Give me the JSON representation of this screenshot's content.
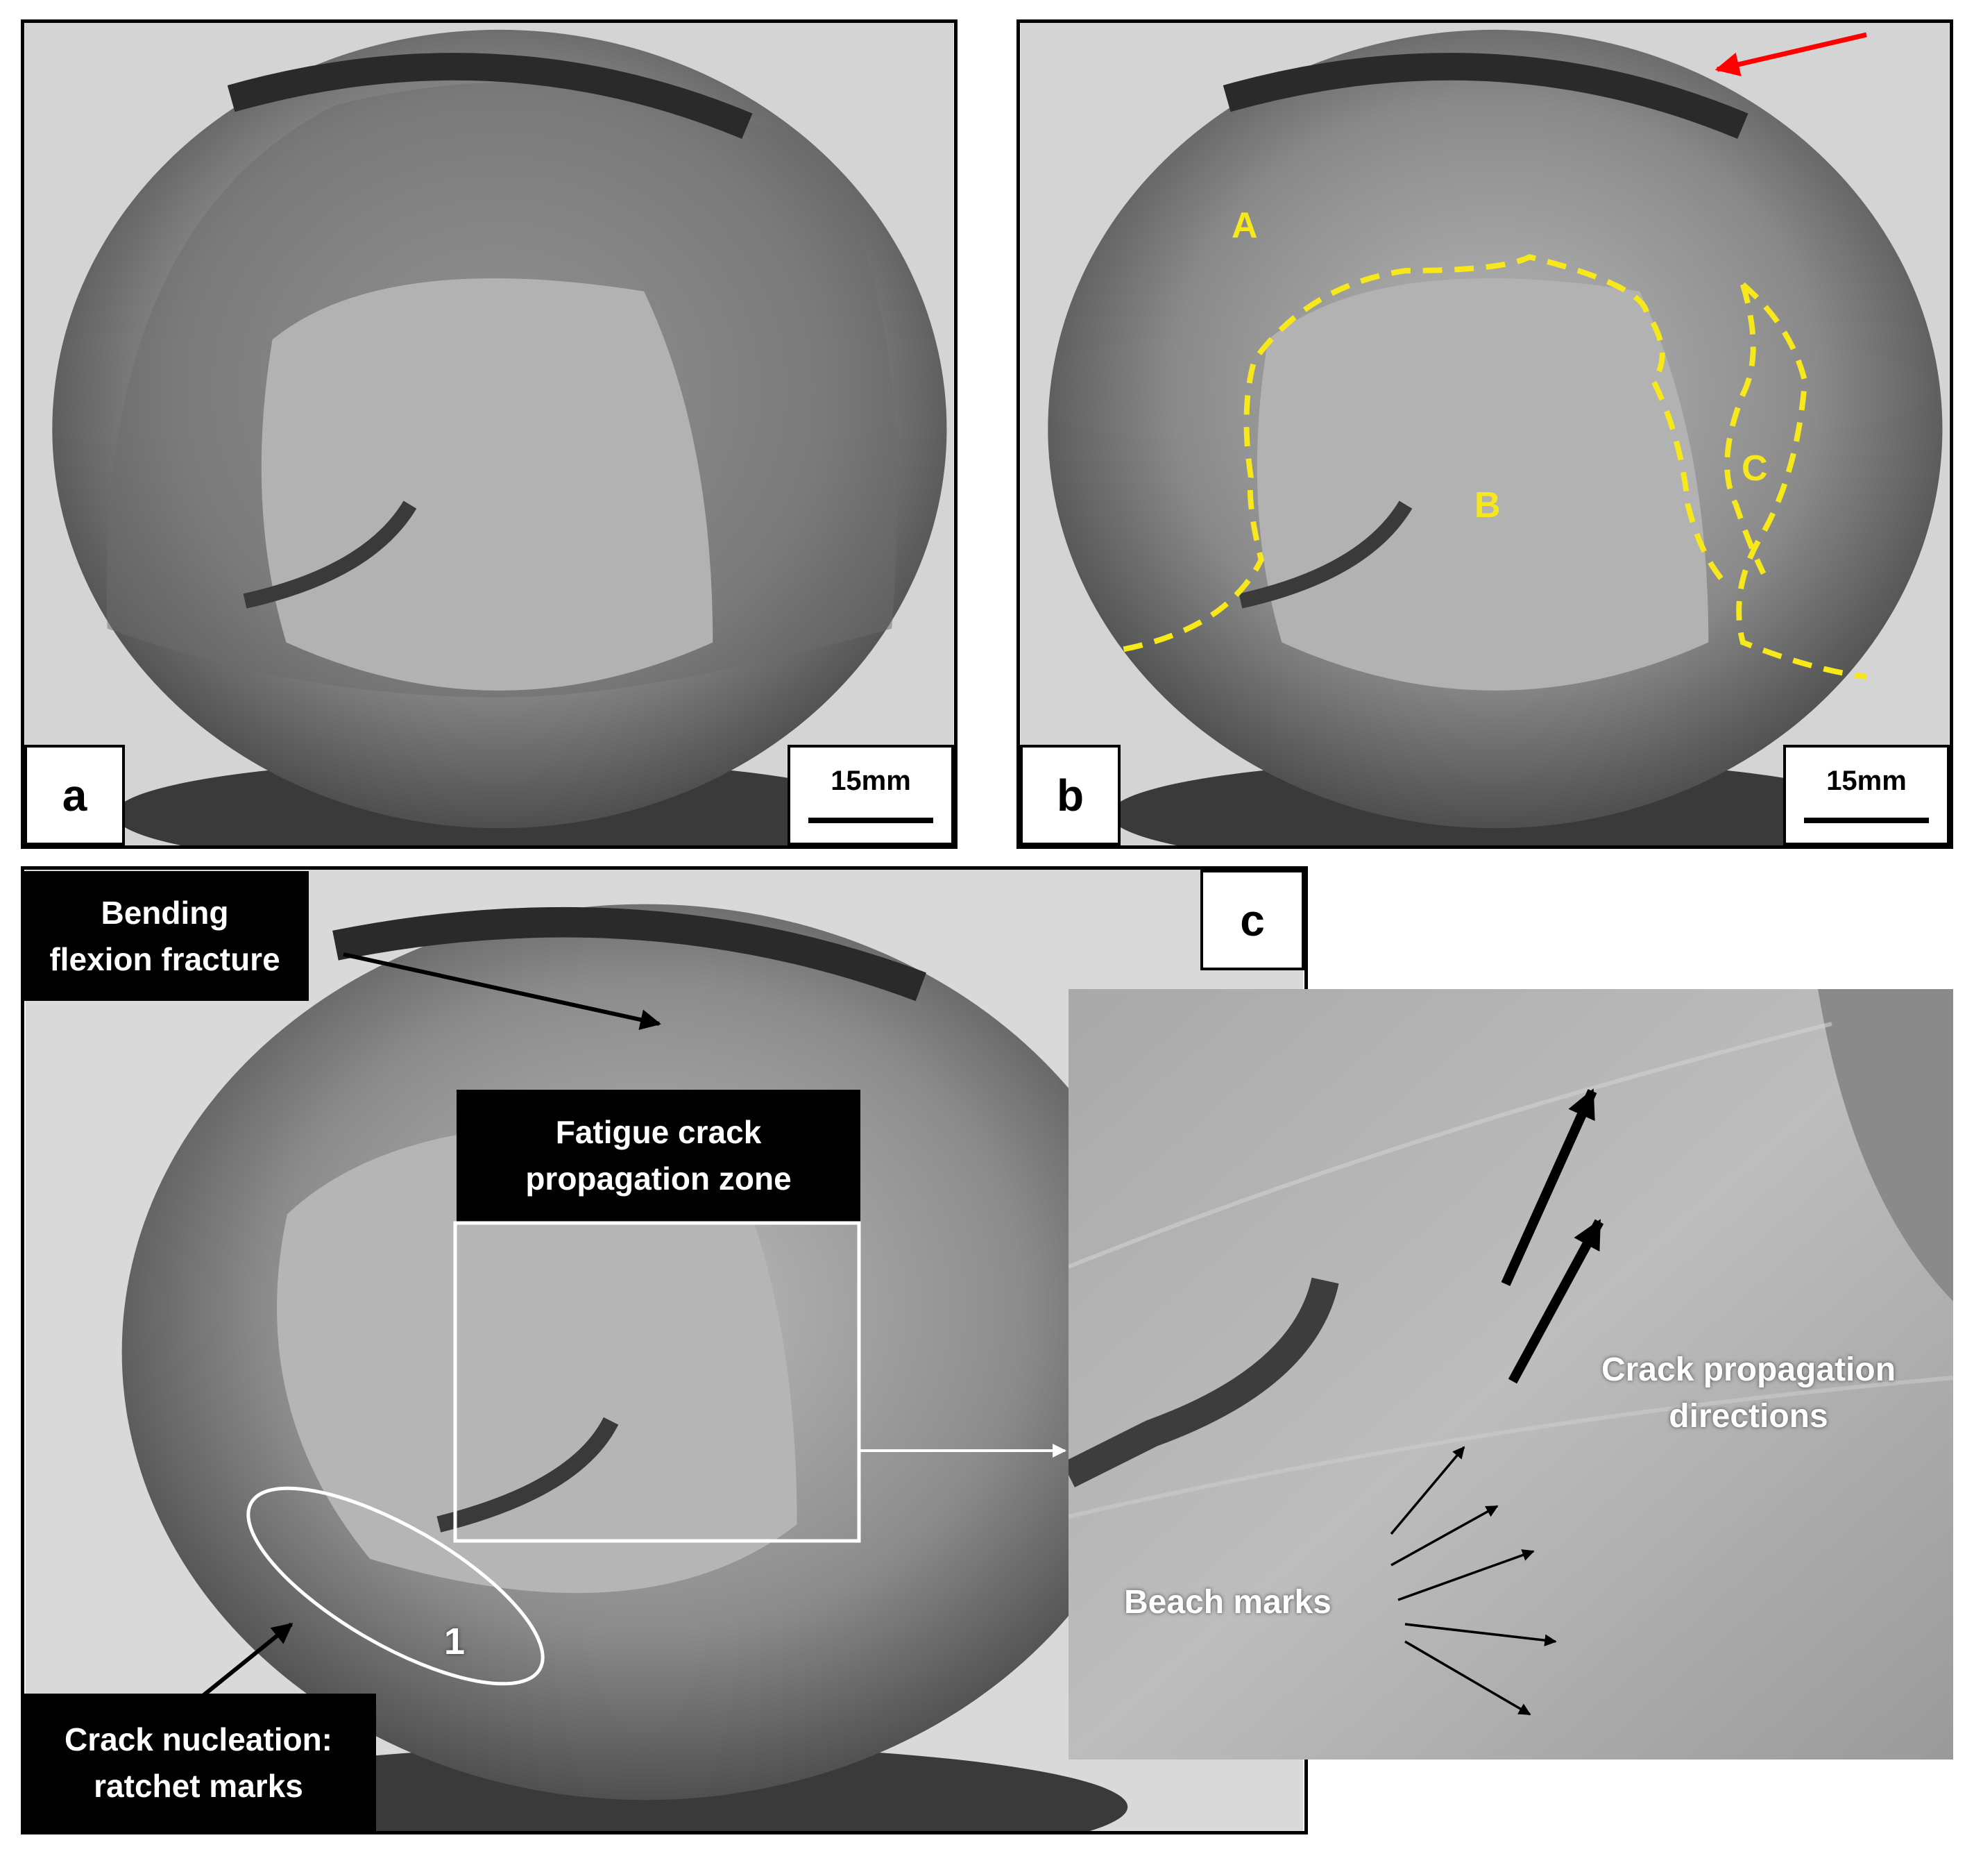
{
  "panels": {
    "a": {
      "letter": "a",
      "scale": "15mm"
    },
    "b": {
      "letter": "b",
      "scale": "15mm",
      "regions": [
        "A",
        "B",
        "C"
      ]
    },
    "c": {
      "letter": "c",
      "labels": {
        "bending_line1": "Bending",
        "bending_line2": "flexion fracture",
        "fatigue_line1": "Fatigue crack",
        "fatigue_line2": "propagation zone",
        "nucleation_line1": "Crack nucleation:",
        "nucleation_line2": "ratchet marks",
        "ellipse_number": "1",
        "crack_dir_line1": "Crack propagation",
        "crack_dir_line2": "directions",
        "beach": "Beach marks"
      }
    }
  },
  "colors": {
    "annotation_yellow": "#f7e81c",
    "arrow_red": "#ff0000"
  }
}
